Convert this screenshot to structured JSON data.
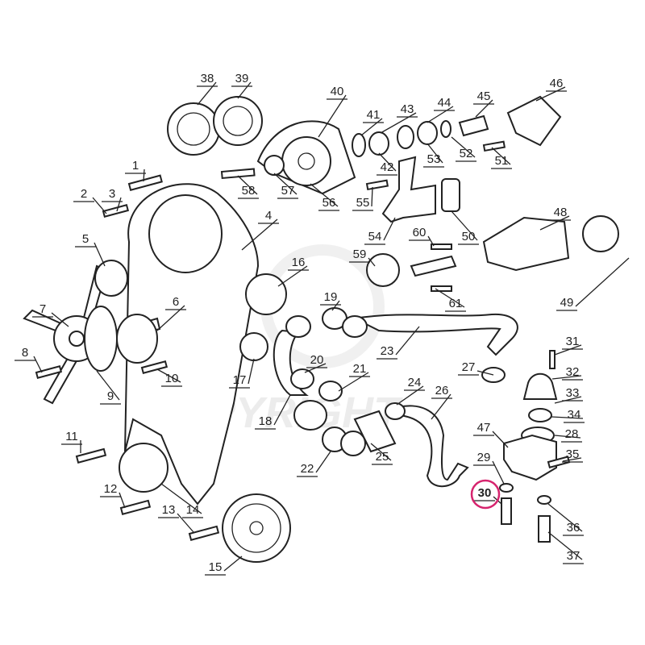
{
  "diagram": {
    "title": "Engine cooling system / timing belt exploded parts diagram",
    "watermark": "COPYRIGHT ©",
    "highlight_color": "#d6246e",
    "highlighted_part": "30",
    "labels": [
      "38",
      "39",
      "40",
      "41",
      "43",
      "44",
      "45",
      "46",
      "1",
      "2",
      "3",
      "58",
      "57",
      "56",
      "42",
      "53",
      "52",
      "51",
      "55",
      "4",
      "54",
      "50",
      "60",
      "48",
      "5",
      "16",
      "59",
      "61",
      "49",
      "7",
      "6",
      "19",
      "8",
      "23",
      "31",
      "10",
      "9",
      "17",
      "20",
      "21",
      "24",
      "26",
      "27",
      "32",
      "33",
      "34",
      "47",
      "28",
      "18",
      "11",
      "29",
      "35",
      "22",
      "25",
      "30",
      "12",
      "36",
      "13",
      "14",
      "37",
      "15"
    ]
  }
}
